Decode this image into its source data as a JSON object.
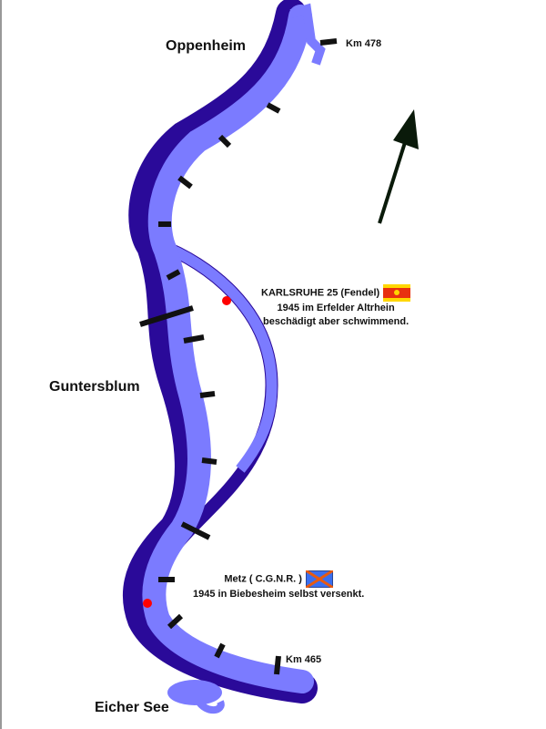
{
  "towns": {
    "top": "Oppenheim",
    "middle": "Guntersblum",
    "bottom": "Eicher See"
  },
  "km_markers": {
    "north": "Km 478",
    "south": "Km 465"
  },
  "notes": [
    {
      "ship": "KARLSRUHE 25  (Fendel)",
      "line2": "1945 im Erfelder Altrhein",
      "line3": "beschädigt aber schwimmend."
    },
    {
      "ship": "Metz  ( C.G.N.R. )",
      "line2": "1945 in Biebesheim selbst versenkt."
    }
  ],
  "colors": {
    "river_light": "#7b7bff",
    "river_dark": "#2a0a99",
    "marker": "#ff0000"
  },
  "icons": {
    "north": "north-arrow-icon"
  }
}
